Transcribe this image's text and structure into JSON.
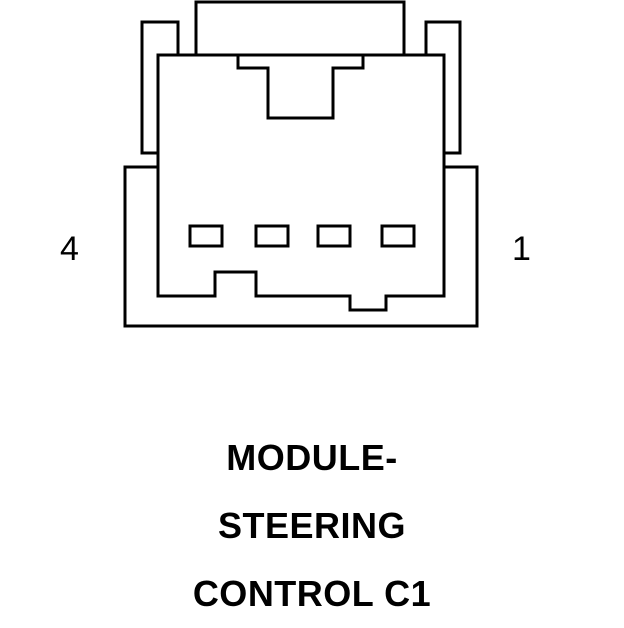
{
  "connector": {
    "pin_label_left": "4",
    "pin_label_right": "1",
    "pin_count": 4
  },
  "title": {
    "line1": "MODULE-",
    "line2": "STEERING",
    "line3": "CONTROL C1"
  },
  "colors": {
    "stroke": "#000000",
    "background": "#ffffff"
  }
}
